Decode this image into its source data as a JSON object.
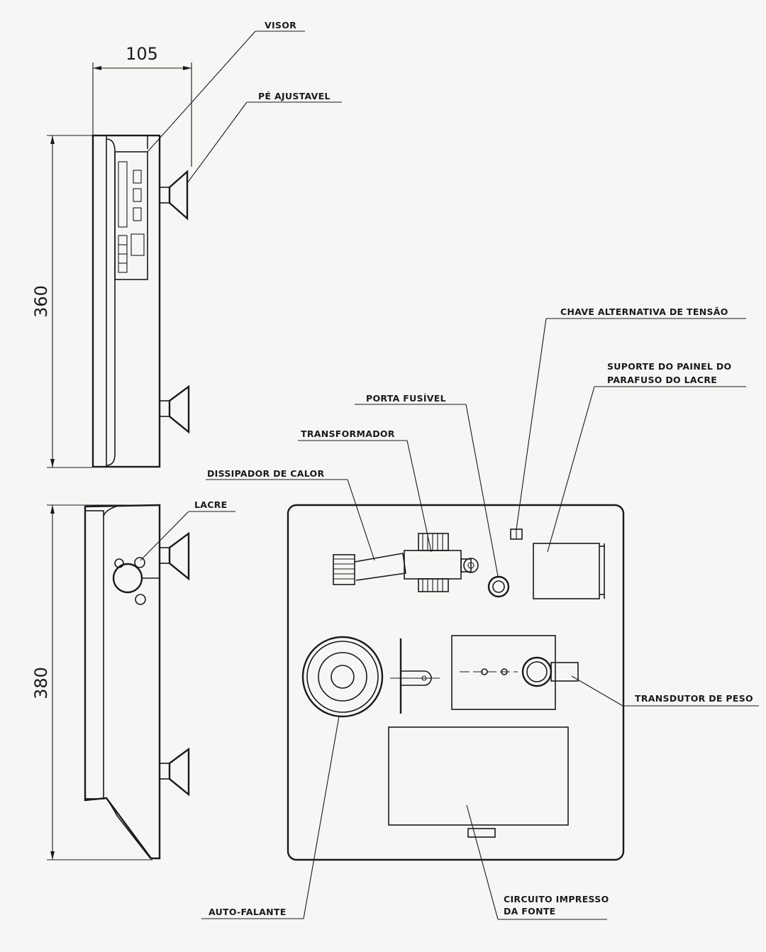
{
  "dimensions": {
    "depth": "105",
    "height_top": "360",
    "height_bottom": "380"
  },
  "labels": {
    "visor": "VISOR",
    "pe_ajustavel": "PÉ AJUSTAVEL",
    "lacre": "LACRE",
    "chave": "CHAVE ALTERNATIVA DE TENSÃO",
    "suporte_1": "SUPORTE DO PAINEL DO",
    "suporte_2": "PARAFUSO DO LACRE",
    "porta_fusivel": "PORTA FUSÍVEL",
    "transformador": "TRANSFORMADOR",
    "dissipador": "DISSIPADOR DE CALOR",
    "transdutor": "TRANSDUTOR DE PESO",
    "auto_falante": "AUTO-FALANTE",
    "circuito_1": "CIRCUITO IMPRESSO",
    "circuito_2": "DA FONTE"
  }
}
